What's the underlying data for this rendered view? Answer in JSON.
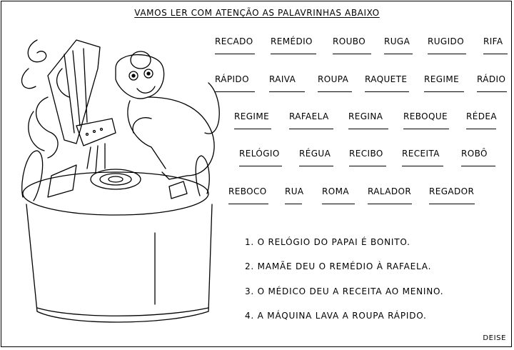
{
  "title": "VAMOS LER COM ATENÇÃO AS PALAVRINHAS ABAIXO",
  "word_rows": [
    [
      "RECADO",
      "REMÉDIO",
      "ROUBO",
      "RUGA",
      "RUGIDO",
      "RIFA"
    ],
    [
      "RÁPIDO",
      "RAIVA",
      "ROUPA",
      "RAQUETE",
      "REGIME",
      "RÁDIO"
    ],
    [
      "REGIME",
      "RAFAELA",
      "REGINA",
      "REBOQUE",
      "RÉDEA"
    ],
    [
      "RELÓGIO",
      "RÉGUA",
      "RECIBO",
      "RECEITA",
      "ROBÔ"
    ],
    [
      "REBOCO",
      "RUA",
      "ROMA",
      "RALADOR",
      "REGADOR"
    ]
  ],
  "sentences": [
    "1. O RELÓGIO DO PAPAI É BONITO.",
    "2. MAMÃE DEU O REMÉDIO À RAFAELA.",
    "3. O MÉDICO DEU A RECEITA AO MENINO.",
    "4. A MÁQUINA LAVA A ROUPA RÁPIDO."
  ],
  "footer": "DEISE"
}
